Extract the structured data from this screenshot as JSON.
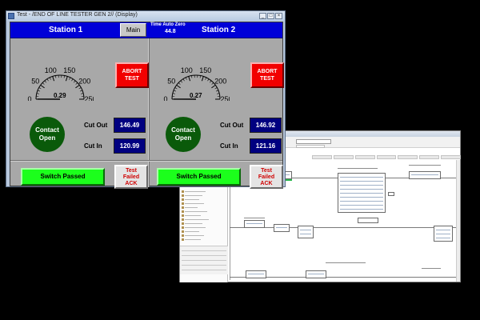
{
  "window": {
    "title": "Test - /END OF LINE TESTER GEN 2// (Display)",
    "minimize_glyph": "_",
    "maximize_glyph": "□",
    "close_glyph": "×"
  },
  "header": {
    "main_label": "Main",
    "timer_label": "Time Auto Zero",
    "timer_value": "44.8"
  },
  "stations": [
    {
      "title": "Station 1",
      "gauge_value": "0.29",
      "gauge_fraction": 0.0012,
      "abort_line1": "ABORT",
      "abort_line2": "TEST",
      "contact_line1": "Contact",
      "contact_line2": "Open",
      "cut_out_label": "Cut Out",
      "cut_out_value": "146.49",
      "cut_in_label": "Cut In",
      "cut_in_value": "120.99",
      "pass_label": "Switch Passed",
      "fail_line1": "Test",
      "fail_line2": "Failed",
      "fail_line3": "ACK"
    },
    {
      "title": "Station 2",
      "gauge_value": "0.27",
      "gauge_fraction": 0.0011,
      "abort_line1": "ABORT",
      "abort_line2": "TEST",
      "contact_line1": "Contact",
      "contact_line2": "Open",
      "cut_out_label": "Cut Out",
      "cut_out_value": "146.92",
      "cut_in_label": "Cut In",
      "cut_in_value": "121.16",
      "pass_label": "Switch Passed",
      "fail_line1": "Test",
      "fail_line2": "Failed",
      "fail_line3": "ACK"
    }
  ],
  "gauge_scale": {
    "ticks": [
      "0",
      "50",
      "100",
      "150",
      "200",
      "250"
    ],
    "min": 0,
    "max": 250
  },
  "colors": {
    "header_blue": "#0000d8",
    "abort_red": "#f20000",
    "pass_green": "#1cff1c",
    "contact_green": "#0a5a0a",
    "value_navy": "#000080",
    "fail_text_red": "#d00000"
  }
}
